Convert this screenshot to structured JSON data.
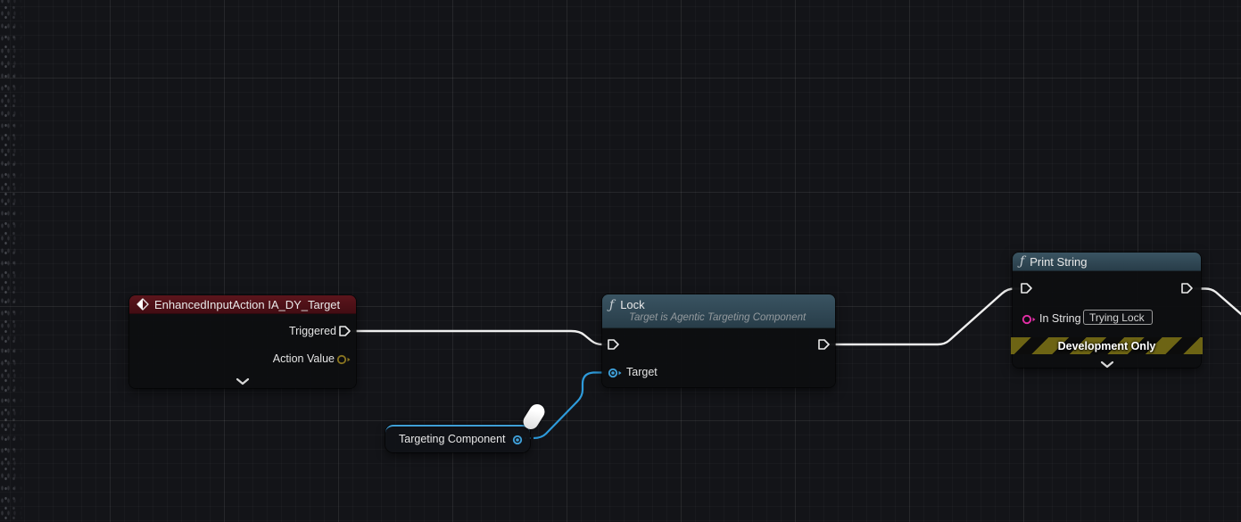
{
  "graph": {
    "nodes": {
      "input_action": {
        "title": "EnhancedInputAction IA_DY_Target",
        "pin_triggered": "Triggered",
        "pin_action_value": "Action Value"
      },
      "lock": {
        "title": "Lock",
        "subtitle": "Target is Agentic Targeting Component",
        "pin_target": "Target"
      },
      "print_string": {
        "title": "Print String",
        "pin_in_string": "In String",
        "in_string_value": "Trying Lock",
        "banner": "Development Only"
      },
      "targeting_component": {
        "label": "Targeting Component"
      }
    },
    "colors": {
      "event_header_red": "#4d1117",
      "function_header_steel": "#2e4553",
      "exec_wire_white": "#efefef",
      "object_pin_blue": "#3f9fd8",
      "string_pin_magenta": "#e32ea6",
      "struct_pin_gold": "#8a751f",
      "banner_stripe_olive": "#6d6414"
    }
  }
}
